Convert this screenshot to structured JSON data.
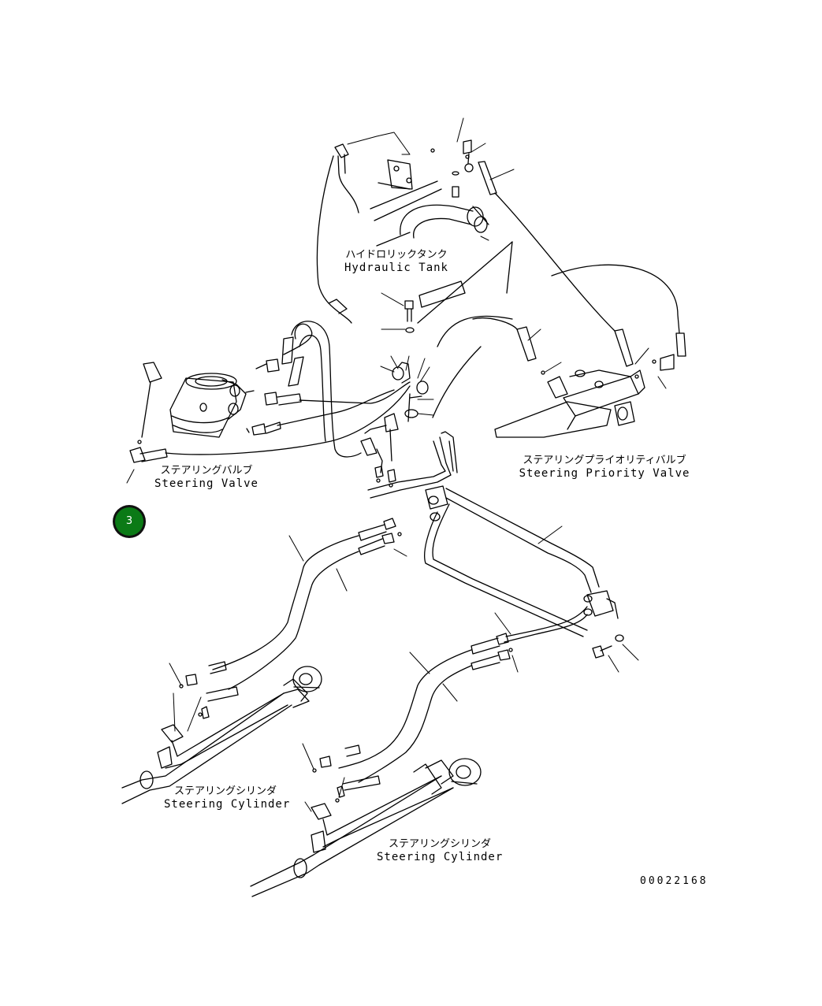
{
  "labels": {
    "hydraulic_tank": {
      "ja": "ハイドロリックタンク",
      "en": "Hydraulic Tank"
    },
    "steering_valve": {
      "ja": "ステアリングバルブ",
      "en": "Steering Valve"
    },
    "steering_priority_valve": {
      "ja": "ステアリングプライオリティバルブ",
      "en": "Steering Priority Valve"
    },
    "steering_cylinder_left": {
      "ja": "ステアリングシリンダ",
      "en": "Steering Cylinder"
    },
    "steering_cylinder_right": {
      "ja": "ステアリングシリンダ",
      "en": "Steering Cylinder"
    }
  },
  "callout": {
    "number": "3",
    "color": "#0b7a16"
  },
  "drawing_number": "00022168",
  "colors": {
    "line": "#000000",
    "background": "#ffffff"
  }
}
